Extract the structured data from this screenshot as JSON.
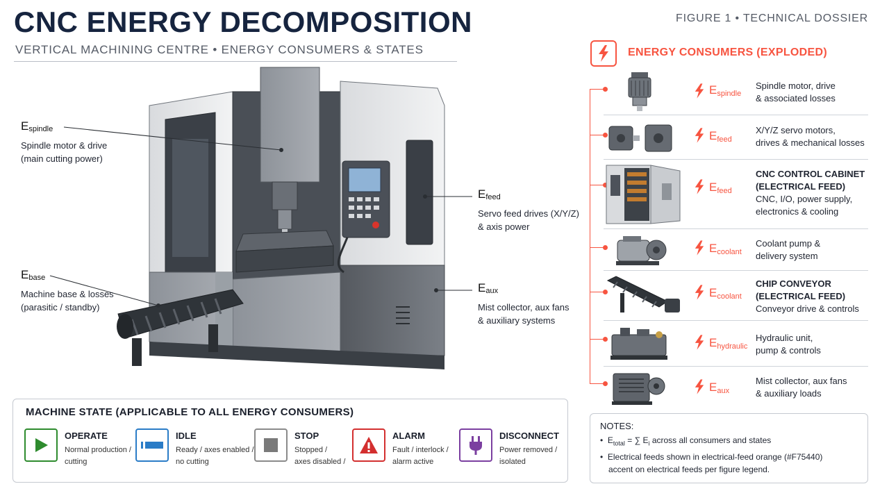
{
  "header": {
    "title": "CNC ENERGY DECOMPOSITION",
    "subtitle": "VERTICAL MACHINING CENTRE • ENERGY CONSUMERS & STATES",
    "figure_tag": "FIGURE 1 • TECHNICAL DOSSIER"
  },
  "callouts": {
    "spindle": {
      "symbol": "E",
      "subscript": "spindle",
      "line1": "Spindle motor & drive",
      "line2": "(main cutting power)"
    },
    "base": {
      "symbol": "E",
      "subscript": "base",
      "line1": "Machine base & losses",
      "line2": "(parasitic / standby)"
    },
    "feed": {
      "symbol": "E",
      "subscript": "feed",
      "line1": "Servo feed drives (X/Y/Z)",
      "line2": "& axis power"
    },
    "aux": {
      "symbol": "E",
      "subscript": "aux",
      "line1": "Mist collector, aux fans",
      "line2": "& auxiliary systems"
    }
  },
  "machine_state": {
    "title": "MACHINE STATE (APPLICABLE TO ALL ENERGY CONSUMERS)",
    "states": [
      {
        "label": "OPERATE",
        "desc1": "Normal production /",
        "desc2": "cutting",
        "color": "#2e8b2e",
        "icon": "play-icon"
      },
      {
        "label": "IDLE",
        "desc1": "Ready / axes enabled /",
        "desc2": "no cutting",
        "color": "#2a7cc7",
        "icon": "idle-bar-icon"
      },
      {
        "label": "STOP",
        "desc1": "Stopped /",
        "desc2": "axes disabled /",
        "color": "#7a7a7a",
        "icon": "stop-square-icon"
      },
      {
        "label": "ALARM",
        "desc1": "Fault / interlock /",
        "desc2": "alarm active",
        "color": "#d32f2f",
        "icon": "warning-icon"
      },
      {
        "label": "DISCONNECT",
        "desc1": "Power removed /",
        "desc2": "isolated",
        "color": "#7b3fa0",
        "icon": "plug-icon"
      }
    ]
  },
  "consumers": {
    "title": "ENERGY CONSUMERS (EXPLODED)",
    "accent": "#F75440",
    "items": [
      {
        "symbol": "E",
        "subscript": "spindle",
        "caps1": "",
        "caps2": "",
        "desc1": "Spindle motor, drive",
        "desc2": "& associated losses",
        "icon": "spindle-motor-icon"
      },
      {
        "symbol": "E",
        "subscript": "feed",
        "caps1": "",
        "caps2": "",
        "desc1": "X/Y/Z servo motors,",
        "desc2": "drives & mechanical losses",
        "icon": "servo-motors-icon"
      },
      {
        "symbol": "E",
        "subscript": "feed",
        "caps1": "CNC CONTROL CABINET",
        "caps2": "(ELECTRICAL FEED)",
        "desc1": "CNC, I/O, power supply,",
        "desc2": "electronics & cooling",
        "icon": "control-cabinet-icon"
      },
      {
        "symbol": "E",
        "subscript": "coolant",
        "caps1": "",
        "caps2": "",
        "desc1": "Coolant pump &",
        "desc2": "delivery system",
        "icon": "coolant-pump-icon"
      },
      {
        "symbol": "E",
        "subscript": "coolant",
        "caps1": "CHIP CONVEYOR",
        "caps2": "(ELECTRICAL FEED)",
        "desc1": "Conveyor drive & controls",
        "desc2": "",
        "icon": "chip-conveyor-icon"
      },
      {
        "symbol": "E",
        "subscript": "hydraulic",
        "caps1": "",
        "caps2": "",
        "desc1": "Hydraulic unit,",
        "desc2": "pump & controls",
        "icon": "hydraulic-unit-icon"
      },
      {
        "symbol": "E",
        "subscript": "aux",
        "caps1": "",
        "caps2": "",
        "desc1": "Mist collector, aux fans",
        "desc2": "& auxiliary loads",
        "icon": "mist-collector-icon"
      }
    ]
  },
  "notes": {
    "title": "NOTES:",
    "total_symbol": "E",
    "total_sub": "total",
    "total_rest": "= ∑ E",
    "total_i": "i",
    "total_tail": "across all consumers and states",
    "line2": "Electrical feeds shown in electrical-feed orange (#F75440)",
    "line3": "accent on electrical feeds per figure legend."
  }
}
